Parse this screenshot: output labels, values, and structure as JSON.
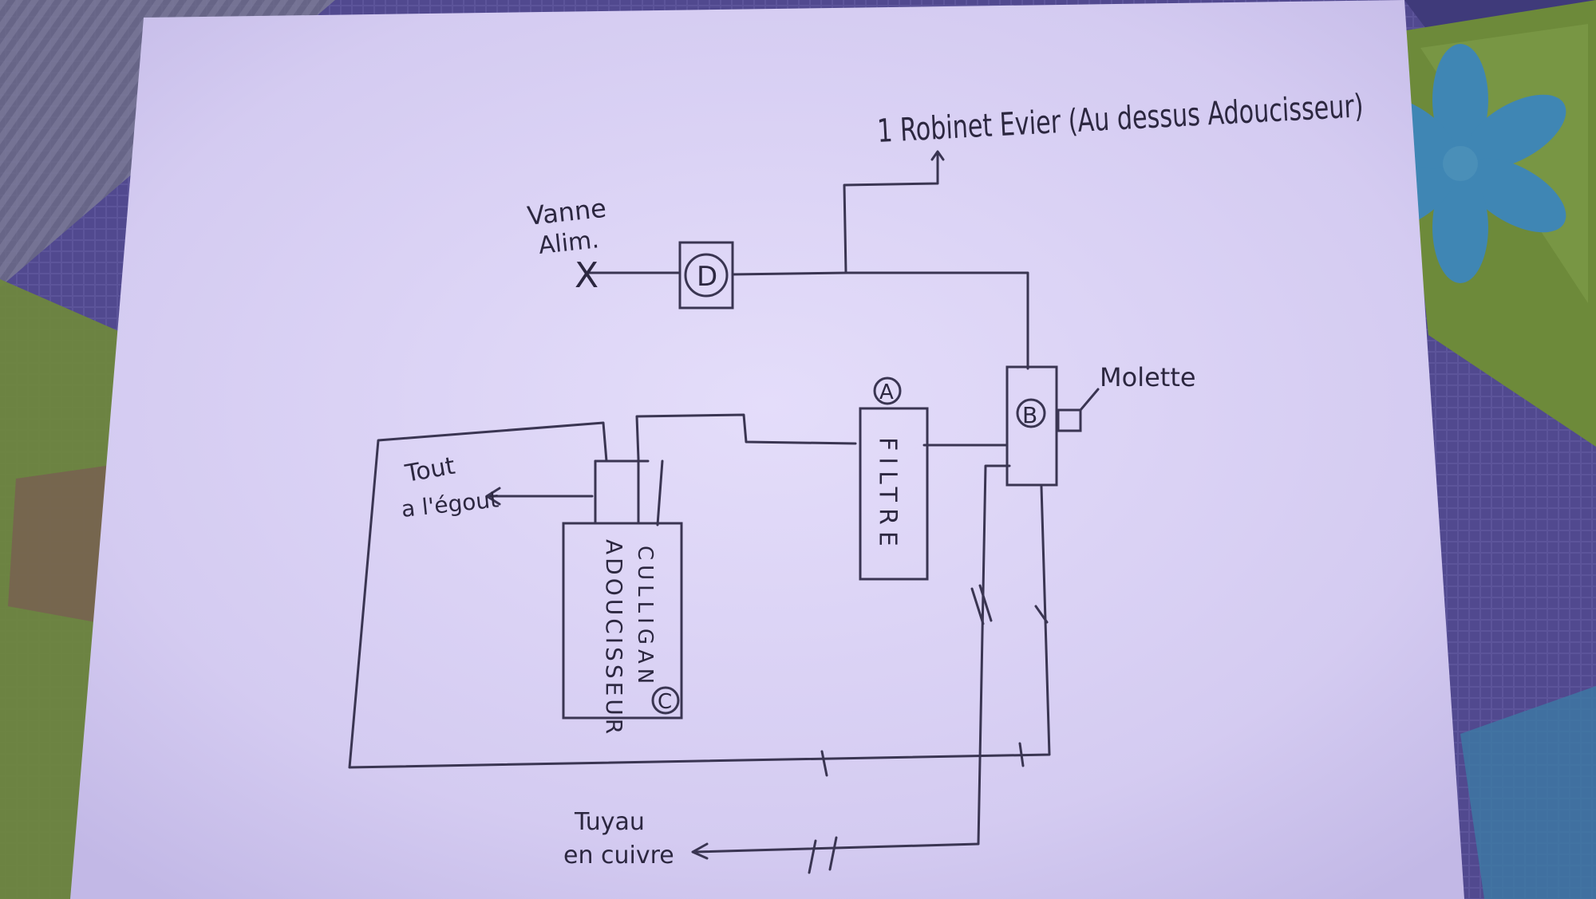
{
  "labels": {
    "robinet": "1 Robinet Evier (Au dessus Adoucisseur)",
    "vanne_line1": "Vanne",
    "vanne_line2": "Alim.",
    "vanne_mark": "X",
    "compteur_letter": "D",
    "filtre_letter": "A",
    "filtre_text": "FILTRE",
    "vanne_b_letter": "B",
    "molette": "Molette",
    "egout_line1": "Tout",
    "egout_line2": "a l'égout",
    "adoucisseur_text": "ADOUCISSEUR",
    "culligan_text": "CULLIGAN",
    "adoucisseur_letter": "C",
    "tuyau_line1": "Tuyau",
    "tuyau_line2": "en cuivre"
  },
  "colors": {
    "paper": "#d9d2f4",
    "ink": "#3a3552",
    "tablecloth_purple": "#4b4488",
    "tablecloth_green": "#6f8a3a",
    "flower_blue": "#3f86b4"
  }
}
